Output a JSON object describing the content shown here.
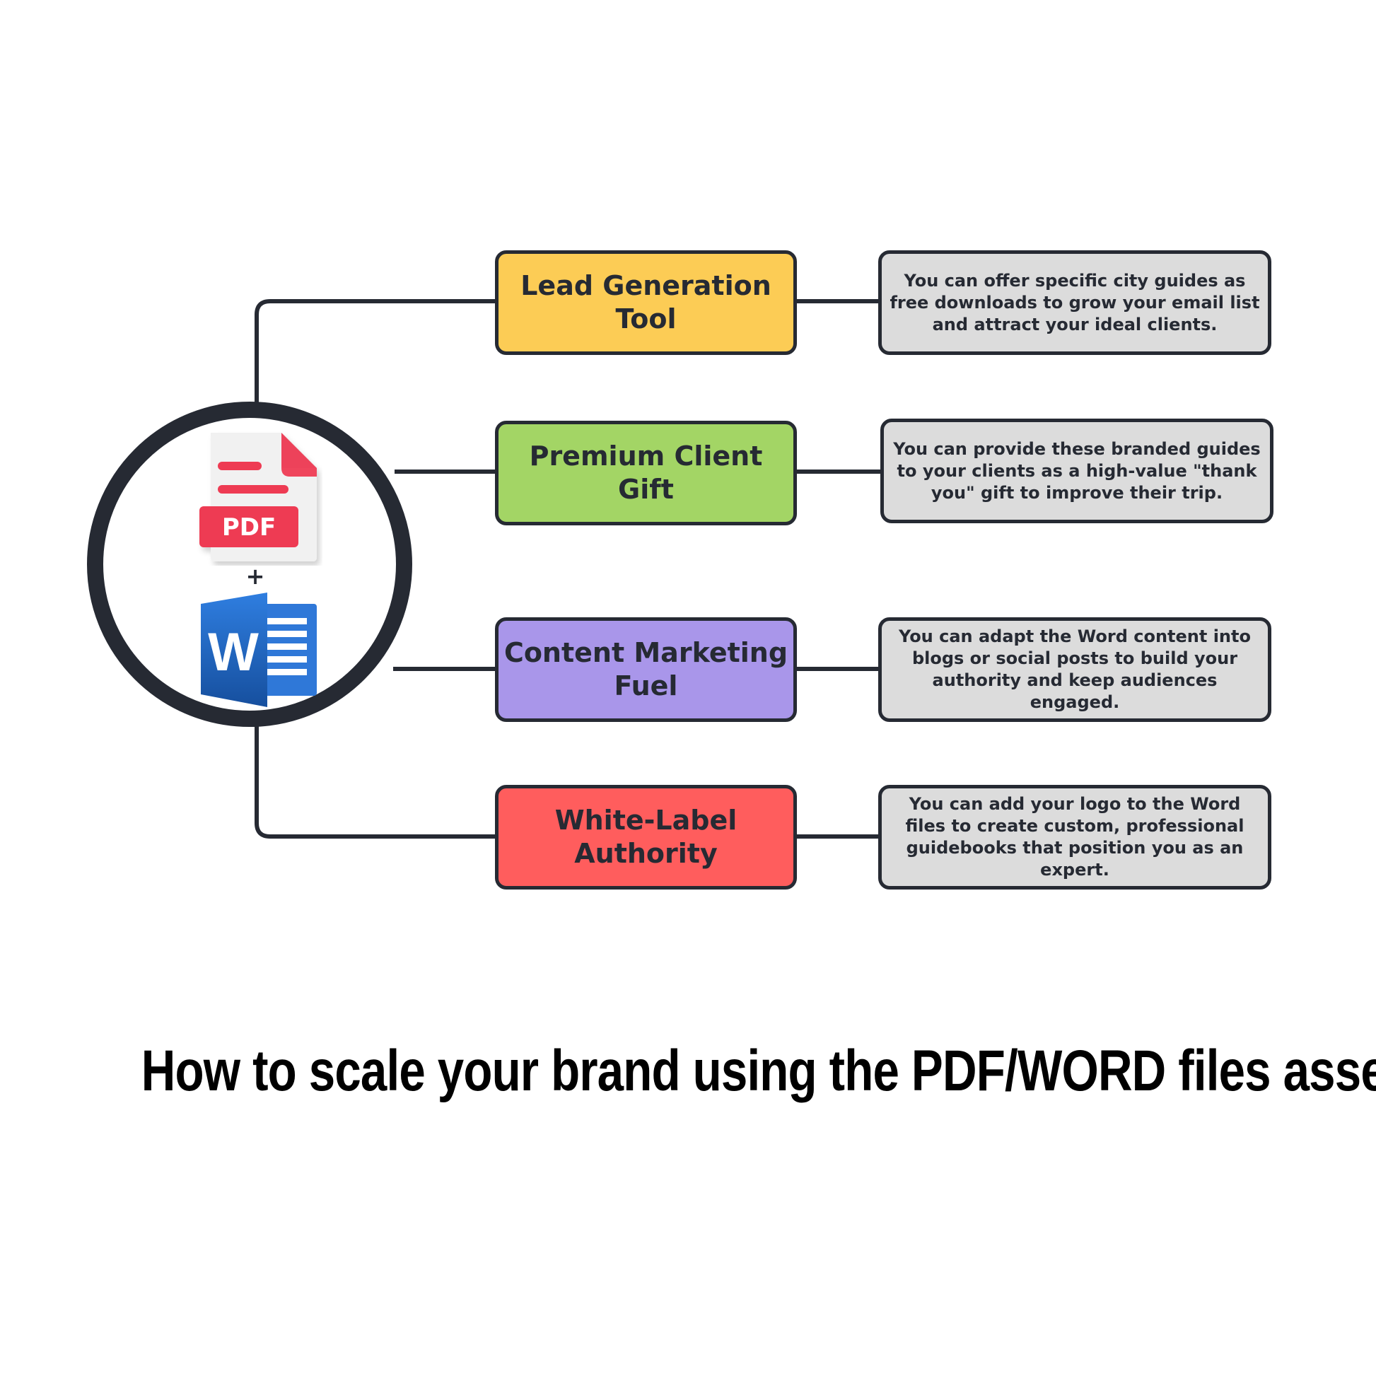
{
  "hub": {
    "pdf_icon_text": "PDF",
    "word_icon_text": "W",
    "plus": "+"
  },
  "branches": [
    {
      "label": "Lead Generation Tool",
      "description": "You can offer specific city guides as free downloads to grow your email list and attract your ideal clients.",
      "color": "#fccc55"
    },
    {
      "label": "Premium Client Gift",
      "description": "You can provide these branded guides to your clients as a high-value \"thank you\" gift to improve their trip.",
      "color": "#a3d565"
    },
    {
      "label": "Content Marketing Fuel",
      "description": "You can adapt the Word content into blogs or social posts to build your authority and keep audiences engaged.",
      "color": "#a996ea"
    },
    {
      "label": "White-Label Authority",
      "description": "You can add your logo to the Word files to create custom, professional guidebooks that position you as an expert.",
      "color": "#ff5d5d"
    }
  ],
  "title": "How to scale your brand using the PDF/WORD files assets",
  "colors": {
    "outline": "#262a33",
    "description_fill": "#dcdcdc",
    "pdf_red": "#ee3a53",
    "word_blue": "#1d5fbf"
  }
}
